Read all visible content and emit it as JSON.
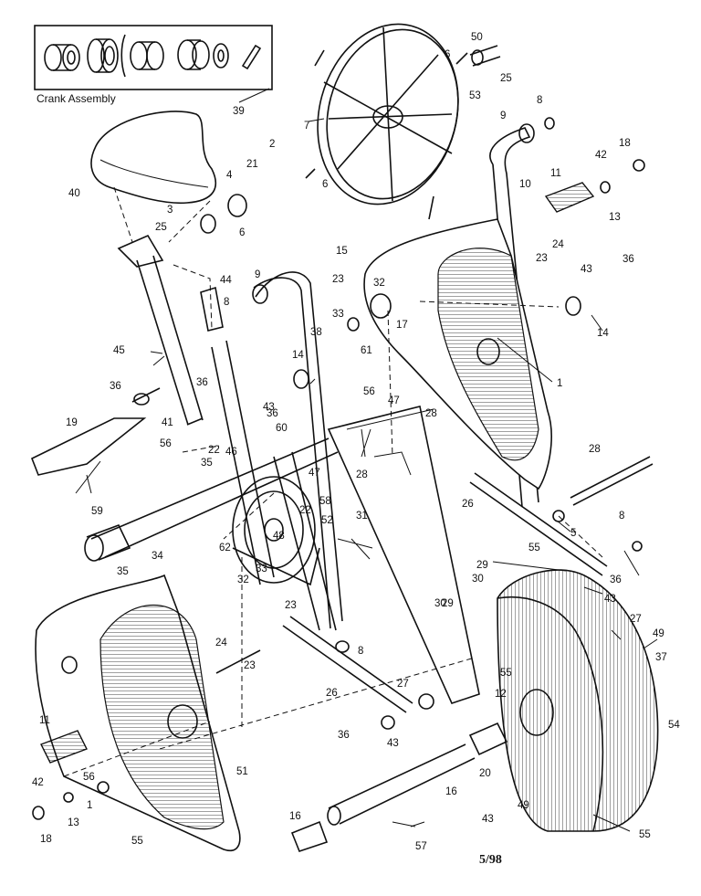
{
  "inset": {
    "caption": "Crank Assembly",
    "callout": "39"
  },
  "date_code": "5/98",
  "callouts": [
    "50",
    "6",
    "53",
    "25",
    "8",
    "9",
    "18",
    "42",
    "11",
    "13",
    "10",
    "24",
    "23",
    "36",
    "43",
    "14",
    "1",
    "28",
    "5",
    "8",
    "36",
    "43",
    "27",
    "49",
    "37",
    "54",
    "55",
    "49",
    "55",
    "12",
    "43",
    "16",
    "20",
    "57",
    "16",
    "2",
    "21",
    "4",
    "3",
    "25",
    "6",
    "6",
    "7",
    "40",
    "44",
    "8",
    "9",
    "38",
    "32",
    "33",
    "23",
    "15",
    "17",
    "61",
    "56",
    "47",
    "28",
    "28",
    "14",
    "36",
    "43",
    "36",
    "45",
    "36",
    "41",
    "19",
    "56",
    "22",
    "46",
    "60",
    "47",
    "58",
    "52",
    "22",
    "35",
    "59",
    "34",
    "35",
    "62",
    "48",
    "31",
    "29",
    "30",
    "29",
    "30",
    "26",
    "55",
    "32",
    "33",
    "23",
    "24",
    "23",
    "8",
    "26",
    "27",
    "43",
    "36",
    "51",
    "11",
    "56",
    "42",
    "13",
    "1",
    "18",
    "55"
  ]
}
